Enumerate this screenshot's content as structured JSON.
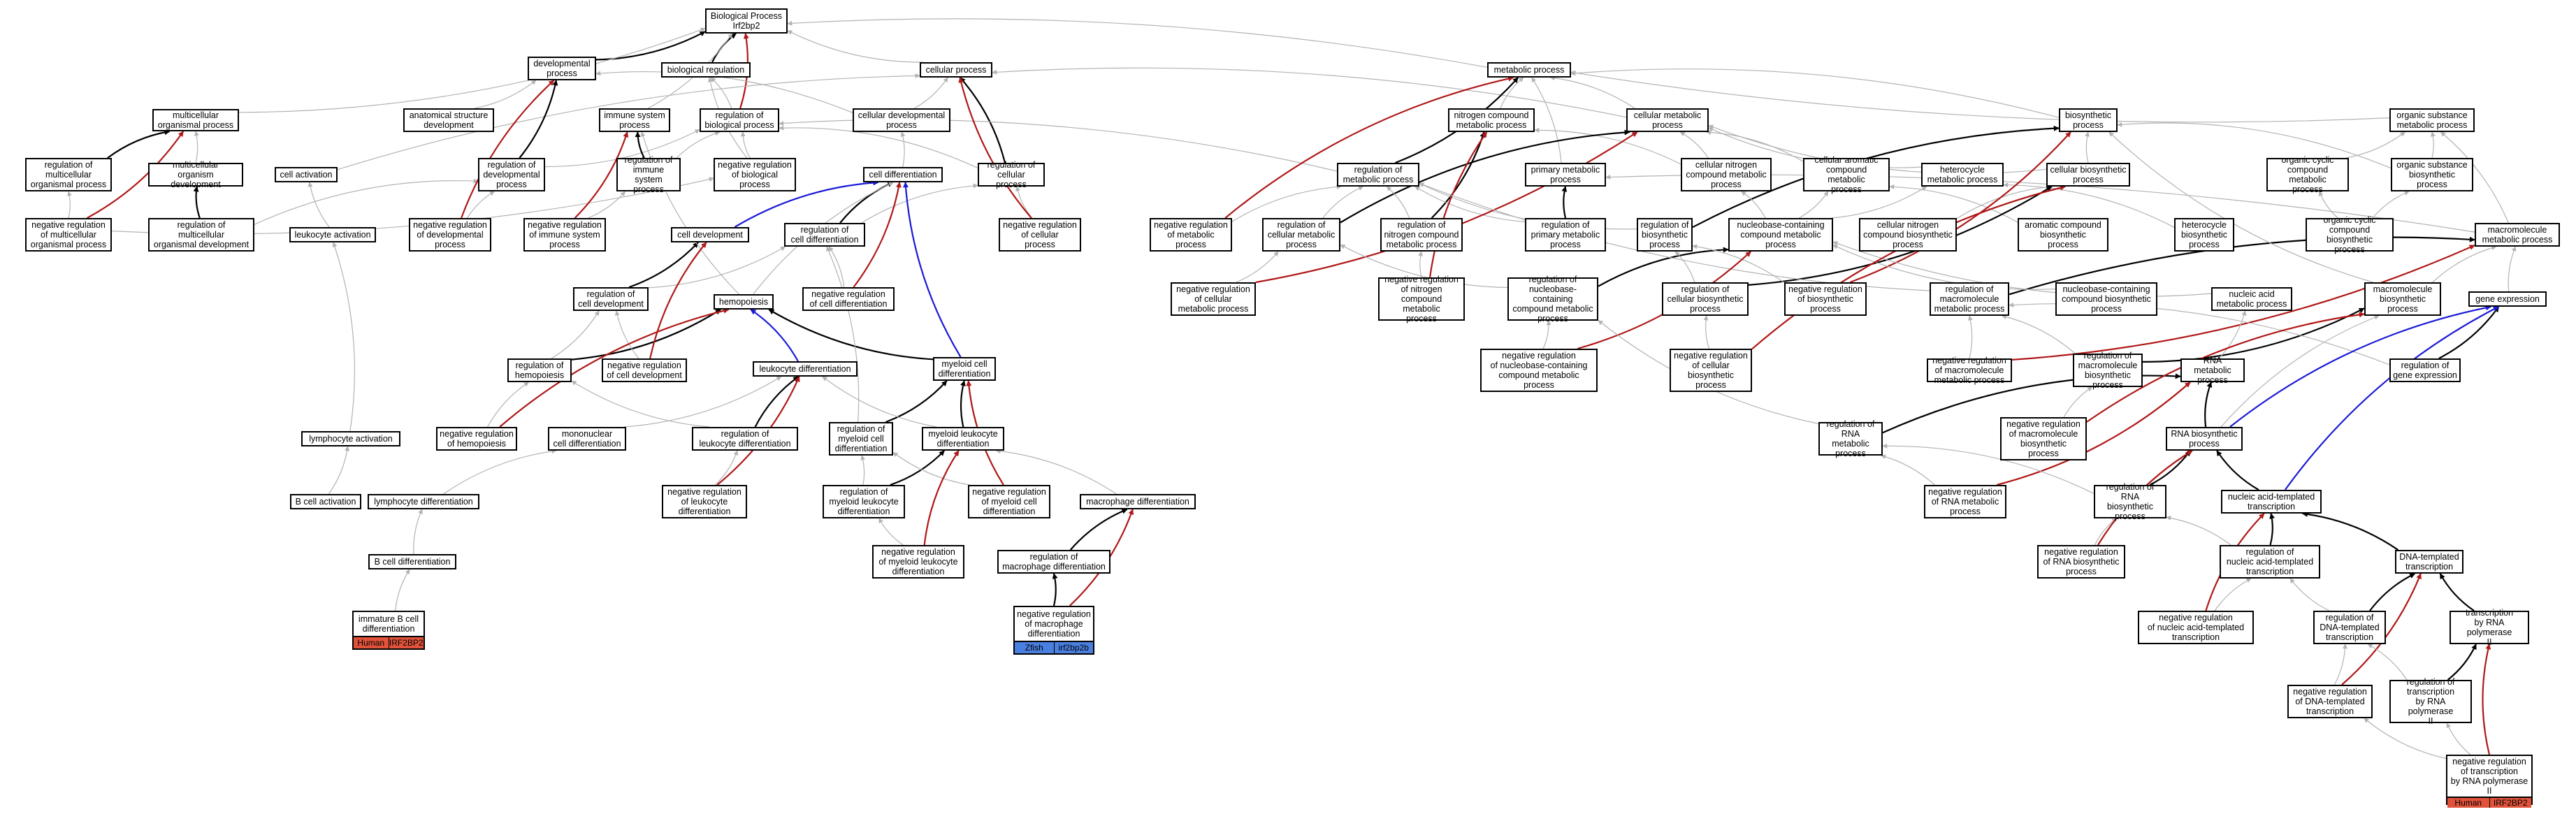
{
  "colors": {
    "black": "#000000",
    "gray": "#b3b3b3",
    "red": "#b01818",
    "blue": "#1a1ad6",
    "human": "#e0523a",
    "zfish": "#4a7fe0"
  },
  "nodes": [
    {
      "id": "bp",
      "label": "Biological Process\nIrf2bp2"
    },
    {
      "id": "dev",
      "label": "developmental\nprocess"
    },
    {
      "id": "bioreg",
      "label": "biological regulation"
    },
    {
      "id": "cellproc",
      "label": "cellular process"
    },
    {
      "id": "metab",
      "label": "metabolic process"
    },
    {
      "id": "mop",
      "label": "multicellular\norganismal process"
    },
    {
      "id": "asd",
      "label": "anatomical structure\ndevelopment"
    },
    {
      "id": "isp",
      "label": "immune system\nprocess"
    },
    {
      "id": "rbp",
      "label": "regulation of\nbiological process"
    },
    {
      "id": "cdp",
      "label": "cellular developmental\nprocess"
    },
    {
      "id": "ncmp",
      "label": "nitrogen compound\nmetabolic process"
    },
    {
      "id": "cmp",
      "label": "cellular metabolic\nprocess"
    },
    {
      "id": "bsp",
      "label": "biosynthetic\nprocess"
    },
    {
      "id": "osmp",
      "label": "organic substance\nmetabolic process"
    },
    {
      "id": "rmop",
      "label": "regulation of\nmulticellular\norganismal process"
    },
    {
      "id": "mod",
      "label": "multicellular\norganism development"
    },
    {
      "id": "cact",
      "label": "cell activation"
    },
    {
      "id": "rdp",
      "label": "regulation of\ndevelopmental\nprocess"
    },
    {
      "id": "risp",
      "label": "regulation of\nimmune system\nprocess"
    },
    {
      "id": "nrbp",
      "label": "negative regulation\nof biological\nprocess"
    },
    {
      "id": "cdiff",
      "label": "cell differentiation"
    },
    {
      "id": "rcp",
      "label": "regulation of\ncellular process"
    },
    {
      "id": "rmp",
      "label": "regulation of\nmetabolic process"
    },
    {
      "id": "pmp",
      "label": "primary metabolic\nprocess"
    },
    {
      "id": "cncmp",
      "label": "cellular nitrogen\ncompound metabolic\nprocess"
    },
    {
      "id": "cacmp",
      "label": "cellular aromatic\ncompound metabolic\nprocess"
    },
    {
      "id": "hcmp",
      "label": "heterocycle\nmetabolic process"
    },
    {
      "id": "cbsp",
      "label": "cellular biosynthetic\nprocess"
    },
    {
      "id": "occmp",
      "label": "organic cyclic\ncompound metabolic\nprocess"
    },
    {
      "id": "osbsp",
      "label": "organic substance\nbiosynthetic\nprocess"
    },
    {
      "id": "nrmop",
      "label": "negative regulation\nof multicellular\norganismal process"
    },
    {
      "id": "rmod",
      "label": "regulation of\nmulticellular\norganismal development"
    },
    {
      "id": "lact",
      "label": "leukocyte activation"
    },
    {
      "id": "nrdp",
      "label": "negative regulation\nof developmental\nprocess"
    },
    {
      "id": "nrisp",
      "label": "negative regulation\nof immune system\nprocess"
    },
    {
      "id": "cdev",
      "label": "cell development"
    },
    {
      "id": "rcdiff",
      "label": "regulation of\ncell differentiation"
    },
    {
      "id": "nrcp",
      "label": "negative regulation\nof cellular\nprocess"
    },
    {
      "id": "nrmp",
      "label": "negative regulation\nof metabolic\nprocess"
    },
    {
      "id": "rcmp",
      "label": "regulation of\ncellular metabolic\nprocess"
    },
    {
      "id": "rncmp",
      "label": "regulation of\nnitrogen compound\nmetabolic process"
    },
    {
      "id": "rpmp",
      "label": "regulation of\nprimary metabolic\nprocess"
    },
    {
      "id": "rbsp",
      "label": "regulation of\nbiosynthetic\nprocess"
    },
    {
      "id": "nbcmp",
      "label": "nucleobase-containing\ncompound metabolic\nprocess"
    },
    {
      "id": "cncbsp",
      "label": "cellular nitrogen\ncompound biosynthetic\nprocess"
    },
    {
      "id": "acbsp",
      "label": "aromatic compound\nbiosynthetic\nprocess"
    },
    {
      "id": "hcbsp",
      "label": "heterocycle\nbiosynthetic\nprocess"
    },
    {
      "id": "occbsp",
      "label": "organic cyclic\ncompound biosynthetic\nprocess"
    },
    {
      "id": "mmp",
      "label": "macromolecule\nmetabolic process"
    },
    {
      "id": "rcdev",
      "label": "regulation of\ncell development"
    },
    {
      "id": "hemo",
      "label": "hemopoiesis"
    },
    {
      "id": "nrcdiff",
      "label": "negative regulation\nof cell differentiation"
    },
    {
      "id": "nrcmp",
      "label": "negative regulation\nof cellular\nmetabolic process"
    },
    {
      "id": "nrncmp",
      "label": "negative regulation\nof nitrogen\ncompound metabolic\nprocess"
    },
    {
      "id": "rnbcmp",
      "label": "regulation of\nnucleobase-containing\ncompound metabolic\nprocess"
    },
    {
      "id": "rcbsp",
      "label": "regulation of\ncellular biosynthetic\nprocess"
    },
    {
      "id": "nrbsp",
      "label": "negative regulation\nof biosynthetic\nprocess"
    },
    {
      "id": "rmmp",
      "label": "regulation of\nmacromolecule\nmetabolic process"
    },
    {
      "id": "nbcbsp",
      "label": "nucleobase-containing\ncompound biosynthetic\nprocess"
    },
    {
      "id": "namp",
      "label": "nucleic acid\nmetabolic process"
    },
    {
      "id": "mbsp",
      "label": "macromolecule\nbiosynthetic\nprocess"
    },
    {
      "id": "gexp",
      "label": "gene expression"
    },
    {
      "id": "rhemo",
      "label": "regulation of\nhemopoiesis"
    },
    {
      "id": "nrcdev",
      "label": "negative regulation\nof cell development"
    },
    {
      "id": "ldiff",
      "label": "leukocyte differentiation"
    },
    {
      "id": "mcdiff",
      "label": "myeloid cell\ndifferentiation"
    },
    {
      "id": "nrnbcmp",
      "label": "negative regulation\nof nucleobase-containing\ncompound metabolic\nprocess"
    },
    {
      "id": "nrcbsp",
      "label": "negative regulation\nof cellular\nbiosynthetic\nprocess"
    },
    {
      "id": "nrmmp",
      "label": "negative regulation\nof macromolecule\nmetabolic process"
    },
    {
      "id": "rmbsp",
      "label": "regulation of\nmacromolecule\nbiosynthetic\nprocess"
    },
    {
      "id": "rnamp",
      "label": "RNA metabolic\nprocess"
    },
    {
      "id": "rgexp",
      "label": "regulation of\ngene expression"
    },
    {
      "id": "lyact",
      "label": "lymphocyte activation"
    },
    {
      "id": "nrhemo",
      "label": "negative regulation\nof hemopoiesis"
    },
    {
      "id": "mncdiff",
      "label": "mononuclear\ncell differentiation"
    },
    {
      "id": "rldiff",
      "label": "regulation of\nleukocyte differentiation"
    },
    {
      "id": "rmcdiff",
      "label": "regulation of\nmyeloid cell\ndifferentiation"
    },
    {
      "id": "mldiff",
      "label": "myeloid leukocyte\ndifferentiation"
    },
    {
      "id": "rrnamp",
      "label": "regulation of\nRNA metabolic\nprocess"
    },
    {
      "id": "nrmbsp",
      "label": "negative regulation\nof macromolecule\nbiosynthetic\nprocess"
    },
    {
      "id": "rnabsp",
      "label": "RNA biosynthetic\nprocess"
    },
    {
      "id": "bcact",
      "label": "B cell activation"
    },
    {
      "id": "lydiff",
      "label": "lymphocyte differentiation"
    },
    {
      "id": "nrldiff",
      "label": "negative regulation\nof leukocyte\ndifferentiation"
    },
    {
      "id": "rmldiff",
      "label": "regulation of\nmyeloid leukocyte\ndifferentiation"
    },
    {
      "id": "nrmcdiff",
      "label": "negative regulation\nof myeloid cell\ndifferentiation"
    },
    {
      "id": "macdiff",
      "label": "macrophage differentiation"
    },
    {
      "id": "nrrnamp",
      "label": "negative regulation\nof RNA metabolic\nprocess"
    },
    {
      "id": "rrnabsp",
      "label": "regulation of\nRNA biosynthetic\nprocess"
    },
    {
      "id": "natt",
      "label": "nucleic acid-templated\ntranscription"
    },
    {
      "id": "bcdiff",
      "label": "B cell differentiation"
    },
    {
      "id": "nrmldiff",
      "label": "negative regulation\nof myeloid leukocyte\ndifferentiation"
    },
    {
      "id": "rmacdiff",
      "label": "regulation of\nmacrophage differentiation"
    },
    {
      "id": "nrrnabsp",
      "label": "negative regulation\nof RNA biosynthetic\nprocess"
    },
    {
      "id": "rnatt",
      "label": "regulation of\nnucleic acid-templated\ntranscription"
    },
    {
      "id": "dtt",
      "label": "DNA-templated\ntranscription"
    },
    {
      "id": "nrnatt",
      "label": "negative regulation\nof nucleic acid-templated\ntranscription"
    },
    {
      "id": "rdtt",
      "label": "regulation of\nDNA-templated\ntranscription"
    },
    {
      "id": "trnap2",
      "label": "transcription\nby RNA polymerase\nII"
    },
    {
      "id": "imbcdiff",
      "label": "immature B cell\ndifferentiation",
      "tags": [
        {
          "text": "Human",
          "color": "#e0523a"
        },
        {
          "text": "IRF2BP2",
          "color": "#e0523a"
        }
      ]
    },
    {
      "id": "nrmacdiff",
      "label": "negative regulation\nof macrophage\ndifferentiation",
      "tags": [
        {
          "text": "Zfish",
          "color": "#4a7fe0"
        },
        {
          "text": "irf2bp2b",
          "color": "#4a7fe0"
        }
      ]
    },
    {
      "id": "nrdtt",
      "label": "negative regulation\nof DNA-templated\ntranscription"
    },
    {
      "id": "rtrnap2",
      "label": "regulation of\ntranscription\nby RNA polymerase\nII"
    },
    {
      "id": "nrtrnap2",
      "label": "negative regulation\nof transcription\nby RNA polymerase\nII",
      "tags": [
        {
          "text": "Human",
          "color": "#e0523a"
        },
        {
          "text": "IRF2BP2",
          "color": "#e0523a"
        }
      ]
    }
  ],
  "edges": [
    [
      "dev",
      "bp",
      "k"
    ],
    [
      "bioreg",
      "bp",
      "k"
    ],
    [
      "cellproc",
      "bp",
      "g"
    ],
    [
      "metab",
      "bp",
      "g"
    ],
    [
      "rbp",
      "bp",
      "r"
    ],
    [
      "mop",
      "bp",
      "g"
    ],
    [
      "isp",
      "bp",
      "g"
    ],
    [
      "asd",
      "dev",
      "g"
    ],
    [
      "rbp",
      "bioreg",
      "g"
    ],
    [
      "cdp",
      "cellproc",
      "g"
    ],
    [
      "cdp",
      "dev",
      "g"
    ],
    [
      "ncmp",
      "metab",
      "g"
    ],
    [
      "cmp",
      "metab",
      "g"
    ],
    [
      "bsp",
      "metab",
      "g"
    ],
    [
      "osmp",
      "metab",
      "g"
    ],
    [
      "cmp",
      "cellproc",
      "g"
    ],
    [
      "rmop",
      "mop",
      "k"
    ],
    [
      "mod",
      "mop",
      "g"
    ],
    [
      "cact",
      "cellproc",
      "g"
    ],
    [
      "rdp",
      "dev",
      "k"
    ],
    [
      "rdp",
      "rbp",
      "g"
    ],
    [
      "risp",
      "isp",
      "k"
    ],
    [
      "risp",
      "rbp",
      "g"
    ],
    [
      "nrbp",
      "rbp",
      "g"
    ],
    [
      "nrbp",
      "bioreg",
      "g"
    ],
    [
      "cdiff",
      "cdp",
      "g"
    ],
    [
      "rcp",
      "cellproc",
      "k"
    ],
    [
      "rcp",
      "rbp",
      "g"
    ],
    [
      "rmp",
      "metab",
      "k"
    ],
    [
      "rmp",
      "rbp",
      "g"
    ],
    [
      "pmp",
      "metab",
      "g"
    ],
    [
      "cncmp",
      "ncmp",
      "g"
    ],
    [
      "cncmp",
      "cmp",
      "g"
    ],
    [
      "cacmp",
      "cmp",
      "g"
    ],
    [
      "hcmp",
      "cmp",
      "g"
    ],
    [
      "cbsp",
      "bsp",
      "g"
    ],
    [
      "cbsp",
      "cmp",
      "g"
    ],
    [
      "occmp",
      "osmp",
      "g"
    ],
    [
      "osbsp",
      "bsp",
      "g"
    ],
    [
      "osbsp",
      "osmp",
      "g"
    ],
    [
      "nrmop",
      "rmop",
      "g"
    ],
    [
      "nrmop",
      "mop",
      "r"
    ],
    [
      "nrmop",
      "nrbp",
      "g"
    ],
    [
      "rmod",
      "mod",
      "k"
    ],
    [
      "rmod",
      "rdp",
      "g"
    ],
    [
      "lact",
      "cact",
      "g"
    ],
    [
      "nrdp",
      "rdp",
      "g"
    ],
    [
      "nrdp",
      "dev",
      "r"
    ],
    [
      "nrisp",
      "risp",
      "g"
    ],
    [
      "nrisp",
      "isp",
      "r"
    ],
    [
      "cdev",
      "cdiff",
      "b"
    ],
    [
      "rcdiff",
      "cdiff",
      "k"
    ],
    [
      "rcdiff",
      "rcp",
      "g"
    ],
    [
      "nrcp",
      "rcp",
      "g"
    ],
    [
      "nrcp",
      "cellproc",
      "r"
    ],
    [
      "nrmp",
      "rmp",
      "g"
    ],
    [
      "nrmp",
      "metab",
      "r"
    ],
    [
      "rcmp",
      "rmp",
      "g"
    ],
    [
      "rcmp",
      "cmp",
      "k"
    ],
    [
      "rncmp",
      "rmp",
      "g"
    ],
    [
      "rncmp",
      "ncmp",
      "k"
    ],
    [
      "rpmp",
      "pmp",
      "k"
    ],
    [
      "rpmp",
      "rmp",
      "g"
    ],
    [
      "rbsp",
      "bsp",
      "k"
    ],
    [
      "rbsp",
      "rmp",
      "g"
    ],
    [
      "nbcmp",
      "cncmp",
      "g"
    ],
    [
      "nbcmp",
      "hcmp",
      "g"
    ],
    [
      "nbcmp",
      "cacmp",
      "g"
    ],
    [
      "cncbsp",
      "cbsp",
      "g"
    ],
    [
      "acbsp",
      "cacmp",
      "g"
    ],
    [
      "hcbsp",
      "hcmp",
      "g"
    ],
    [
      "occbsp",
      "osbsp",
      "g"
    ],
    [
      "occbsp",
      "occmp",
      "g"
    ],
    [
      "mmp",
      "osmp",
      "g"
    ],
    [
      "mmp",
      "pmp",
      "g"
    ],
    [
      "rcdev",
      "cdev",
      "k"
    ],
    [
      "rcdev",
      "rcdiff",
      "g"
    ],
    [
      "hemo",
      "cdiff",
      "g"
    ],
    [
      "hemo",
      "isp",
      "g"
    ],
    [
      "nrcdiff",
      "rcdiff",
      "g"
    ],
    [
      "nrcdiff",
      "cdiff",
      "r"
    ],
    [
      "nrcmp",
      "rcmp",
      "g"
    ],
    [
      "nrcmp",
      "cmp",
      "r"
    ],
    [
      "nrncmp",
      "rncmp",
      "g"
    ],
    [
      "nrncmp",
      "ncmp",
      "r"
    ],
    [
      "rnbcmp",
      "nbcmp",
      "k"
    ],
    [
      "rnbcmp",
      "rcmp",
      "g"
    ],
    [
      "rcbsp",
      "cbsp",
      "k"
    ],
    [
      "rcbsp",
      "rbsp",
      "g"
    ],
    [
      "nrbsp",
      "rbsp",
      "g"
    ],
    [
      "nrbsp",
      "bsp",
      "r"
    ],
    [
      "rmmp",
      "mmp",
      "k"
    ],
    [
      "rmmp",
      "rmp",
      "g"
    ],
    [
      "nbcbsp",
      "nbcmp",
      "g"
    ],
    [
      "namp",
      "nbcmp",
      "g"
    ],
    [
      "mbsp",
      "mmp",
      "g"
    ],
    [
      "mbsp",
      "bsp",
      "g"
    ],
    [
      "gexp",
      "mmp",
      "g"
    ],
    [
      "rhemo",
      "hemo",
      "k"
    ],
    [
      "rhemo",
      "rcdev",
      "g"
    ],
    [
      "nrcdev",
      "rcdev",
      "g"
    ],
    [
      "nrcdev",
      "cdev",
      "r"
    ],
    [
      "ldiff",
      "hemo",
      "b"
    ],
    [
      "mcdiff",
      "hemo",
      "k"
    ],
    [
      "mcdiff",
      "cdiff",
      "b"
    ],
    [
      "nrnbcmp",
      "rnbcmp",
      "g"
    ],
    [
      "nrnbcmp",
      "nbcmp",
      "r"
    ],
    [
      "nrcbsp",
      "rcbsp",
      "g"
    ],
    [
      "nrcbsp",
      "cbsp",
      "r"
    ],
    [
      "nrmmp",
      "rmmp",
      "g"
    ],
    [
      "nrmmp",
      "mmp",
      "r"
    ],
    [
      "rmbsp",
      "rmmp",
      "g"
    ],
    [
      "rmbsp",
      "mbsp",
      "k"
    ],
    [
      "rnamp",
      "namp",
      "g"
    ],
    [
      "rgexp",
      "gexp",
      "k"
    ],
    [
      "rgexp",
      "rmmp",
      "g"
    ],
    [
      "lyact",
      "lact",
      "g"
    ],
    [
      "nrhemo",
      "rhemo",
      "g"
    ],
    [
      "nrhemo",
      "hemo",
      "r"
    ],
    [
      "mncdiff",
      "ldiff",
      "g"
    ],
    [
      "rldiff",
      "ldiff",
      "k"
    ],
    [
      "rldiff",
      "rhemo",
      "g"
    ],
    [
      "rmcdiff",
      "mcdiff",
      "k"
    ],
    [
      "rmcdiff",
      "rcdiff",
      "g"
    ],
    [
      "mldiff",
      "mcdiff",
      "k"
    ],
    [
      "mldiff",
      "ldiff",
      "g"
    ],
    [
      "rrnamp",
      "rnamp",
      "k"
    ],
    [
      "rrnamp",
      "rnbcmp",
      "g"
    ],
    [
      "nrmbsp",
      "rmbsp",
      "g"
    ],
    [
      "nrmbsp",
      "mbsp",
      "r"
    ],
    [
      "rnabsp",
      "rnamp",
      "k"
    ],
    [
      "rnabsp",
      "mbsp",
      "g"
    ],
    [
      "rnabsp",
      "gexp",
      "b"
    ],
    [
      "bcact",
      "lyact",
      "g"
    ],
    [
      "lydiff",
      "mncdiff",
      "g"
    ],
    [
      "nrldiff",
      "rldiff",
      "g"
    ],
    [
      "nrldiff",
      "ldiff",
      "r"
    ],
    [
      "rmldiff",
      "mldiff",
      "k"
    ],
    [
      "rmldiff",
      "rmcdiff",
      "g"
    ],
    [
      "nrmcdiff",
      "rmcdiff",
      "g"
    ],
    [
      "nrmcdiff",
      "mcdiff",
      "r"
    ],
    [
      "macdiff",
      "mldiff",
      "g"
    ],
    [
      "nrrnamp",
      "rrnamp",
      "g"
    ],
    [
      "nrrnamp",
      "rnamp",
      "r"
    ],
    [
      "rrnabsp",
      "rnabsp",
      "k"
    ],
    [
      "rrnabsp",
      "rrnamp",
      "g"
    ],
    [
      "natt",
      "rnabsp",
      "k"
    ],
    [
      "natt",
      "gexp",
      "b"
    ],
    [
      "bcdiff",
      "lydiff",
      "g"
    ],
    [
      "nrmldiff",
      "rmldiff",
      "g"
    ],
    [
      "nrmldiff",
      "mldiff",
      "r"
    ],
    [
      "rmacdiff",
      "macdiff",
      "k"
    ],
    [
      "nrrnabsp",
      "rrnabsp",
      "g"
    ],
    [
      "nrrnabsp",
      "rnabsp",
      "r"
    ],
    [
      "rnatt",
      "natt",
      "k"
    ],
    [
      "rnatt",
      "rrnabsp",
      "g"
    ],
    [
      "dtt",
      "natt",
      "k"
    ],
    [
      "nrnatt",
      "rnatt",
      "g"
    ],
    [
      "nrnatt",
      "natt",
      "r"
    ],
    [
      "rdtt",
      "dtt",
      "k"
    ],
    [
      "rdtt",
      "rnatt",
      "g"
    ],
    [
      "trnap2",
      "dtt",
      "k"
    ],
    [
      "imbcdiff",
      "bcdiff",
      "g"
    ],
    [
      "nrmacdiff",
      "rmacdiff",
      "k"
    ],
    [
      "nrmacdiff",
      "macdiff",
      "r"
    ],
    [
      "nrdtt",
      "rdtt",
      "g"
    ],
    [
      "nrdtt",
      "dtt",
      "r"
    ],
    [
      "rtrnap2",
      "trnap2",
      "k"
    ],
    [
      "rtrnap2",
      "rdtt",
      "g"
    ],
    [
      "nrtrnap2",
      "rtrnap2",
      "g"
    ],
    [
      "nrtrnap2",
      "trnap2",
      "r"
    ],
    [
      "nrtrnap2",
      "nrdtt",
      "g"
    ]
  ]
}
